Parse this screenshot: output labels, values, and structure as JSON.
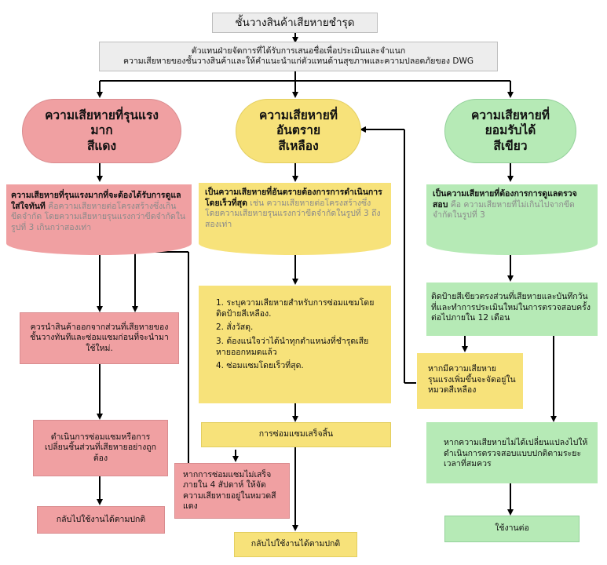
{
  "title": "ชั้นวางสินค้าเสียหายชำรุด",
  "intro": {
    "line1": "ตัวแทนฝ่ายจัดการที่ได้รับการเสนอชื่อเพื่อประเมินและจำแนก",
    "line2": "ความเสียหายของชั้นวางสินค้าและให้คำแนะนำแก่ตัวแทนด้านสุขภาพและความปลอดภัยของ DWG"
  },
  "red": {
    "header": {
      "line1": "ความเสียหายที่รุนแรงมาก",
      "line2": "สีแดง"
    },
    "desc": {
      "strong1": "ความเสียหายที่รุนแรงมากที่จะต้องได้รับการดูแล",
      "strong2": "ใส่ใจทันที",
      "rest": " คือความเสียหายต่อโครงสร้างซึ่งเกินขีดจำกัด โดยความเสียหายรุนแรงกว่าขีดจำกัดในรูปที่ 3 เกินกว่าสองเท่า"
    },
    "step1": "ควรนำสินค้าออกจากส่วนที่เสียหายของชั้นวางทันทีและซ่อมแซมก่อนที่จะนำมาใช้ใหม่.",
    "step2": "ดำเนินการซ่อมแซมหรือการเปลี่ยนชิ้นส่วนที่เสียหายอย่างถูกต้อง",
    "step3": "กลับไปใช้งานได้ตามปกติ",
    "from_yellow": "หากการซ่อมแซมไม่เสร็จภายใน 4 สัปดาห์ ให้จัดความเสียหายอยู่ในหมวดสีแดง"
  },
  "yellow": {
    "header": {
      "line1": "ความเสียหายที่อันตราย",
      "line2": "สีเหลือง"
    },
    "desc": {
      "strong": "เป็นความเสียหายที่อันตรายต้องการการดำเนินการโดยเร็วที่สุด",
      "rest": " เช่น ความเสียหายต่อโครงสร้างซึ่งโดยความเสียหายรุนแรงกว่าขีดจำกัดในรูปที่ 3 ถึงสองเท่า"
    },
    "steps": [
      "1. ระบุความเสียหายสำหรับการซ่อมแซมโดยติดป้ายสีเหลือง.",
      "2. สั่งวัสดุ.",
      "3. ต้องแน่ใจว่าได้นำทุกตำแหน่งที่ชำรุดเสียหายออกหมดแล้ว",
      "4. ซ่อมแซมโดยเร็วที่สุด."
    ],
    "repaired": "การซ่อมแซมเสร็จสิ้น",
    "final": "กลับไปใช้งานได้ตามปกติ"
  },
  "green": {
    "header": {
      "line1": "ความเสียหายที่ยอมรับได้",
      "line2": "สีเขียว"
    },
    "desc": {
      "strong": "เป็นความเสียหายที่ต้องการการดูแลตรวจสอบ",
      "rest": " คือ ความเสียหายที่ไม่เกินไปจากขีดจำกัดในรูปที่ 3"
    },
    "step1": "ติดป้ายสีเขียวตรงส่วนที่เสียหายและบันทึกวันที่และทำการประเมินใหม่ในการตรวจสอบครั้งต่อไปภายใน 12 เดือน",
    "worse": "หากมีความเสียหายรุนแรงเพิ่มขึ้นจะจัดอยู่ในหมวดสีเหลือง",
    "unchanged": "หากความเสียหายไม่ได้เปลี่ยนแปลงไปให้ดำเนินการตรวจสอบแบบปกติตามระยะเวลาที่สมควร",
    "final": "ใช้งานต่อ"
  },
  "colors": {
    "red": "#f0a0a2",
    "yellow": "#f7e27a",
    "green": "#b6eab6",
    "line": "#000000"
  }
}
